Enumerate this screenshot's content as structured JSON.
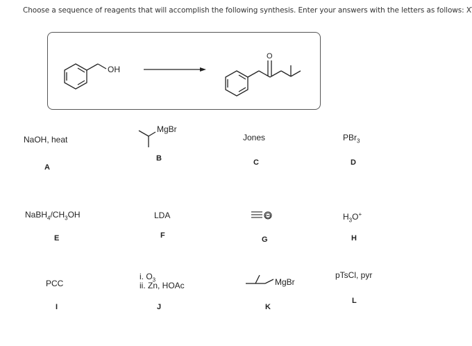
{
  "question": "Choose a sequence of reagents that will accomplish the following synthesis. Enter your answers with the letters as follows: XYZ",
  "scheme": {
    "start_label": "OH",
    "product_label": "O"
  },
  "options": [
    {
      "letter": "A",
      "reagent": "NaOH, heat"
    },
    {
      "letter": "B",
      "reagent": "MgBr"
    },
    {
      "letter": "C",
      "reagent": "Jones"
    },
    {
      "letter": "D",
      "reagent": "PBr3"
    },
    {
      "letter": "E",
      "reagent": "NaBH4/CH3OH"
    },
    {
      "letter": "F",
      "reagent": "LDA"
    },
    {
      "letter": "G",
      "reagent": "⊖"
    },
    {
      "letter": "H",
      "reagent": "H3O+"
    },
    {
      "letter": "I",
      "reagent": "PCC"
    },
    {
      "letter": "J",
      "reagent": "i. O3 ii. Zn, HOAc"
    },
    {
      "letter": "K",
      "reagent": "MgBr"
    },
    {
      "letter": "L",
      "reagent": "pTsCl, pyr"
    }
  ],
  "text": {
    "d_pbr": "PBr",
    "d_sub": "3",
    "e_1": "NaBH",
    "e_s1": "4",
    "e_2": "/CH",
    "e_s2": "3",
    "e_3": "OH",
    "h_1": "H",
    "h_s": "3",
    "h_2": "O",
    "h_sup": "+",
    "j_1": "i. O",
    "j_s": "3",
    "j_2": "ii. Zn, HOAc"
  }
}
